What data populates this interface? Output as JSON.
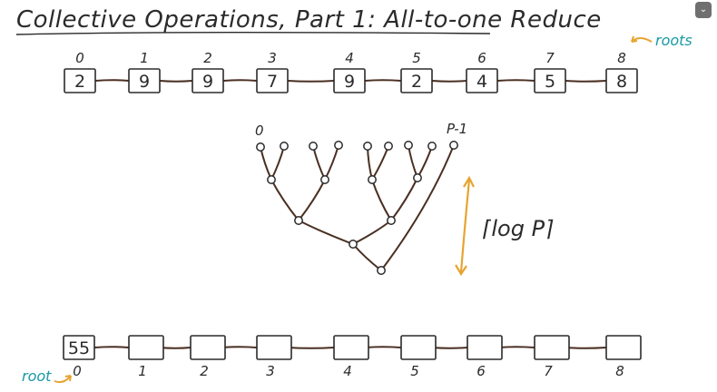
{
  "title": "Collective Operations, Part 1: All-to-one Reduce",
  "top_row": {
    "ranks": [
      "0",
      "1",
      "2",
      "3",
      "4",
      "5",
      "6",
      "7",
      "8"
    ],
    "values": [
      "2",
      "9",
      "9",
      "7",
      "9",
      "2",
      "4",
      "5",
      "8"
    ],
    "annotation": "roots"
  },
  "tree": {
    "left_label": "0",
    "right_label": "P-1",
    "depth_label": "⌈log P⌉"
  },
  "bottom_row": {
    "ranks": [
      "0",
      "1",
      "2",
      "3",
      "4",
      "5",
      "6",
      "7",
      "8"
    ],
    "values": [
      "55",
      "",
      "",
      "",
      "",
      "",
      "",
      "",
      ""
    ],
    "annotation": "root"
  },
  "colors": {
    "ink": "#2b2b2b",
    "link": "#4a2f22",
    "accent": "#e7a431",
    "note": "#1a9aa6"
  },
  "controls": {
    "collapse_icon": "chevron-down-icon",
    "collapse_glyph": "⌄"
  }
}
